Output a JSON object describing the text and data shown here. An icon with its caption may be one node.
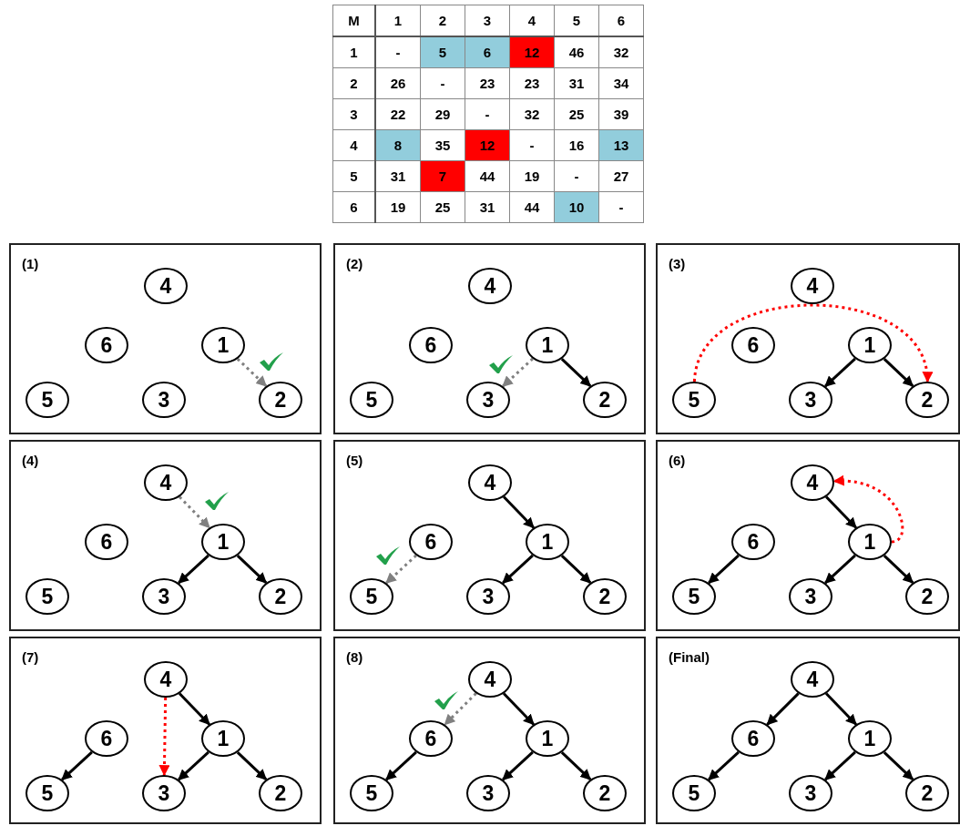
{
  "diagram": {
    "nodes": [
      {
        "text": [
          "(1)"
        ]
      },
      {
        "text": [
          "4"
        ],
        "in": 0
      },
      {
        "text": [
          "6"
        ],
        "in": 0
      },
      {
        "text": [
          "1"
        ],
        "in": 0
      },
      {
        "text": [
          "5"
        ],
        "in": 0
      },
      {
        "text": [
          "3"
        ],
        "in": 0
      },
      {
        "text": [
          "2"
        ],
        "in": 0
      },
      {
        "text": [
          "(2)"
        ]
      },
      {
        "text": [
          "4"
        ],
        "in": 7
      },
      {
        "text": [
          "6"
        ],
        "in": 7
      },
      {
        "text": [
          "1"
        ],
        "in": 7
      },
      {
        "text": [
          "5"
        ],
        "in": 7
      },
      {
        "text": [
          "3"
        ],
        "in": 7
      },
      {
        "text": [
          "2"
        ],
        "in": 7
      },
      {
        "text": [
          "(3)"
        ]
      },
      {
        "text": [
          "4"
        ],
        "in": 14
      },
      {
        "text": [
          "6"
        ],
        "in": 14
      },
      {
        "text": [
          "1"
        ],
        "in": 14
      },
      {
        "text": [
          "5"
        ],
        "in": 14
      },
      {
        "text": [
          "3"
        ],
        "in": 14
      },
      {
        "text": [
          "2"
        ],
        "in": 14
      },
      {
        "text": [
          "(4)"
        ]
      },
      {
        "text": [
          "4"
        ],
        "in": 21
      },
      {
        "text": [
          "6"
        ],
        "in": 21
      },
      {
        "text": [
          "1"
        ],
        "in": 21
      },
      {
        "text": [
          "5"
        ],
        "in": 21
      },
      {
        "text": [
          "3"
        ],
        "in": 21
      },
      {
        "text": [
          "2"
        ],
        "in": 21
      },
      {
        "text": [
          "(5)"
        ]
      },
      {
        "text": [
          "4"
        ],
        "in": 28
      },
      {
        "text": [
          "6"
        ],
        "in": 28
      },
      {
        "text": [
          "1"
        ],
        "in": 28
      },
      {
        "text": [
          "5"
        ],
        "in": 28
      },
      {
        "text": [
          "3"
        ],
        "in": 28
      },
      {
        "text": [
          "2"
        ],
        "in": 28
      },
      {
        "text": [
          "(6)"
        ]
      },
      {
        "text": [
          "4"
        ],
        "in": 35
      },
      {
        "text": [
          "6"
        ],
        "in": 35
      },
      {
        "text": [
          "1"
        ],
        "in": 35
      },
      {
        "text": [
          "5"
        ],
        "in": 35
      },
      {
        "text": [
          "3"
        ],
        "in": 35
      },
      {
        "text": [
          "2"
        ],
        "in": 35
      },
      {
        "text": [
          "(7)"
        ]
      },
      {
        "text": [
          "4"
        ],
        "in": 42
      },
      {
        "text": [
          "6"
        ],
        "in": 42
      },
      {
        "text": [
          "1"
        ],
        "in": 42
      },
      {
        "text": [
          "5"
        ],
        "in": 42
      },
      {
        "text": [
          "3"
        ],
        "in": 42
      },
      {
        "text": [
          "2"
        ],
        "in": 42
      },
      {
        "text": [
          "(8)"
        ]
      },
      {
        "text": [
          "4"
        ],
        "in": 49
      },
      {
        "text": [
          "6"
        ],
        "in": 49
      },
      {
        "text": [
          "1"
        ],
        "in": 49
      },
      {
        "text": [
          "5"
        ],
        "in": 49
      },
      {
        "text": [
          "3"
        ],
        "in": 49
      },
      {
        "text": [
          "2"
        ],
        "in": 49
      },
      {
        "text": [
          "(Final)"
        ]
      },
      {
        "text": [
          "4"
        ],
        "in": 56
      },
      {
        "text": [
          "6"
        ],
        "in": 56
      },
      {
        "text": [
          "1"
        ],
        "in": 56
      },
      {
        "text": [
          "5"
        ],
        "in": 56
      },
      {
        "text": [
          "3"
        ],
        "in": 56
      },
      {
        "text": [
          "2"
        ],
        "in": 56
      }
    ],
    "edges": [
      {
        "from": 3,
        "to": 6,
        "arrow": "to",
        "style": "dashed",
        "color": "#808080"
      },
      {
        "from": 10,
        "to": 13,
        "arrow": "to"
      },
      {
        "from": 10,
        "to": 12,
        "arrow": "to",
        "style": "dashed",
        "color": "#808080"
      },
      {
        "from": 17,
        "to": 19,
        "arrow": "to"
      },
      {
        "from": 17,
        "to": 20,
        "arrow": "to"
      },
      {
        "from": 18,
        "to": 20,
        "arrow": "to",
        "style": "dashed",
        "color": "#ff0000"
      },
      {
        "from": 24,
        "to": 26,
        "arrow": "to"
      },
      {
        "from": 24,
        "to": 27,
        "arrow": "to"
      },
      {
        "from": 22,
        "to": 24,
        "arrow": "to",
        "style": "dashed",
        "color": "#808080"
      },
      {
        "from": 29,
        "to": 31,
        "arrow": "to"
      },
      {
        "from": 31,
        "to": 33,
        "arrow": "to"
      },
      {
        "from": 31,
        "to": 34,
        "arrow": "to"
      },
      {
        "from": 30,
        "to": 32,
        "arrow": "to",
        "style": "dashed",
        "color": "#808080"
      },
      {
        "from": 36,
        "to": 38,
        "arrow": "to"
      },
      {
        "from": 38,
        "to": 40,
        "arrow": "to"
      },
      {
        "from": 38,
        "to": 41,
        "arrow": "to"
      },
      {
        "from": 37,
        "to": 39,
        "arrow": "to"
      },
      {
        "from": 38,
        "to": 36,
        "arrow": "to",
        "style": "dashed",
        "color": "#ff0000"
      },
      {
        "from": 43,
        "to": 45,
        "arrow": "to"
      },
      {
        "from": 45,
        "to": 47,
        "arrow": "to"
      },
      {
        "from": 45,
        "to": 48,
        "arrow": "to"
      },
      {
        "from": 44,
        "to": 46,
        "arrow": "to"
      },
      {
        "from": 43,
        "to": 47,
        "arrow": "to",
        "style": "dashed",
        "color": "#ff0000"
      },
      {
        "from": 50,
        "to": 52,
        "arrow": "to"
      },
      {
        "from": 52,
        "to": 54,
        "arrow": "to"
      },
      {
        "from": 52,
        "to": 55,
        "arrow": "to"
      },
      {
        "from": 51,
        "to": 53,
        "arrow": "to"
      },
      {
        "from": 50,
        "to": 51,
        "arrow": "to",
        "style": "dashed",
        "color": "#808080"
      },
      {
        "from": 57,
        "to": 58,
        "arrow": "to"
      },
      {
        "from": 57,
        "to": 59,
        "arrow": "to"
      },
      {
        "from": 59,
        "to": 61,
        "arrow": "to"
      },
      {
        "from": 59,
        "to": 62,
        "arrow": "to"
      },
      {
        "from": 58,
        "to": 60,
        "arrow": "to"
      }
    ],
    "labels": [
      "M",
      "1",
      "2",
      "3",
      "4",
      "5",
      "6",
      "1",
      "-",
      "5",
      "6",
      "12",
      "46",
      "32",
      "2",
      "26",
      "-",
      "23",
      "23",
      "31",
      "34",
      "3",
      "22",
      "29",
      "-",
      "32",
      "25",
      "39",
      "4",
      "8",
      "35",
      "12",
      "-",
      "16",
      "13",
      "5",
      "31",
      "7",
      "44",
      "19",
      "-",
      "27",
      "6",
      "19",
      "25",
      "31",
      "44",
      "10",
      "-"
    ]
  }
}
